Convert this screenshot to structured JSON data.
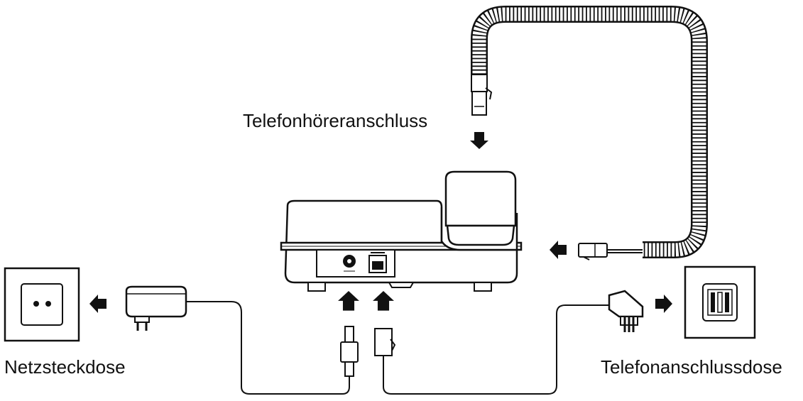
{
  "labels": {
    "handset_port": "Telefonhöreranschluss",
    "power_outlet": "Netzsteckdose",
    "phone_jack": "Telefonanschlussdose"
  },
  "colors": {
    "line": "#111111",
    "fill": "#ffffff",
    "panel": "#e6e6e6"
  }
}
